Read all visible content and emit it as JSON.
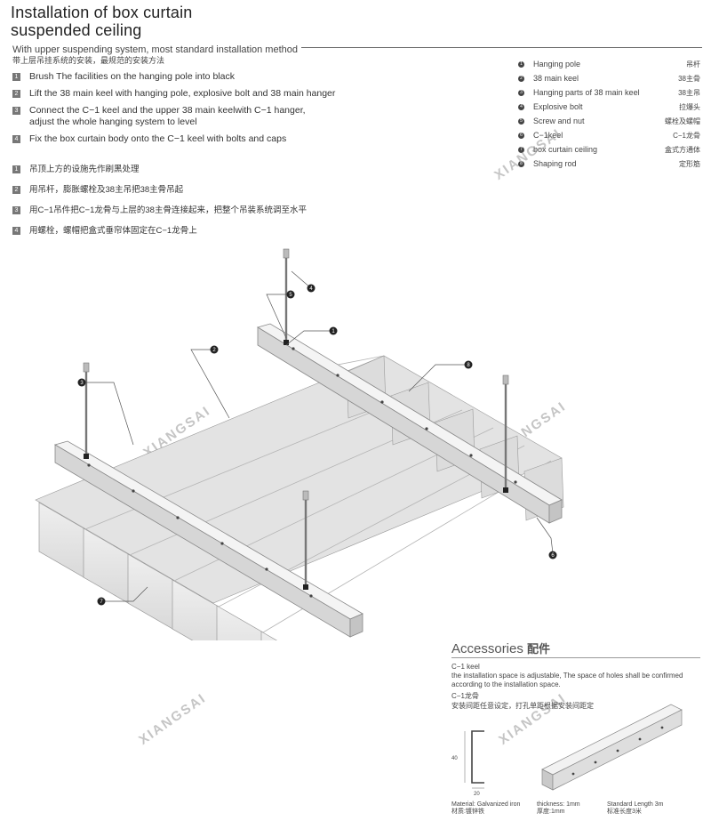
{
  "header": {
    "title_line1": "Installation of box curtain",
    "title_line2": "suspended ceiling",
    "subtitle": "With upper suspending system, most standard installation method",
    "subtitle_cn": "带上层吊挂系统的安装，最规范的安装方法"
  },
  "steps_en": [
    {
      "num": "1",
      "text": "Brush The facilities on the hanging pole into black"
    },
    {
      "num": "2",
      "text": "Lift the 38 main keel with hanging pole, explosive bolt and 38 main hanger"
    },
    {
      "num": "3",
      "text": "Connect the C−1 keel and the upper 38 main keelwith C−1 hanger,\nadjust the whole hanging system to level"
    },
    {
      "num": "4",
      "text": "Fix the box curtain body onto the C−1 keel with bolts and caps"
    }
  ],
  "steps_cn": [
    {
      "num": "1",
      "text": "吊顶上方的设施先作刷黑处理"
    },
    {
      "num": "2",
      "text": "用吊杆，膨胀螺栓及38主吊把38主骨吊起"
    },
    {
      "num": "3",
      "text": "用C−1吊件把C−1龙骨与上层的38主骨连接起来，把整个吊装系统调至水平"
    },
    {
      "num": "4",
      "text": "用螺栓，螺帽把盒式垂帘体固定在C−1龙骨上"
    }
  ],
  "legend": [
    {
      "num": "1",
      "en": "Hanging pole",
      "cn": "吊杆"
    },
    {
      "num": "2",
      "en": "38 main keel",
      "cn": "38主骨"
    },
    {
      "num": "3",
      "en": "Hanging parts of 38 main keel",
      "cn": "38主吊"
    },
    {
      "num": "4",
      "en": "Explosive bolt",
      "cn": "拉爆头"
    },
    {
      "num": "5",
      "en": "Screw and nut",
      "cn": "螺栓及螺帽"
    },
    {
      "num": "6",
      "en": "C−1keel",
      "cn": "C−1龙骨"
    },
    {
      "num": "7",
      "en": "box curtain ceiling",
      "cn": "盒式方通体"
    },
    {
      "num": "8",
      "en": "Shaping rod",
      "cn": "定形筋"
    }
  ],
  "callouts": [
    "1",
    "2",
    "3",
    "4",
    "5",
    "6",
    "7",
    "8"
  ],
  "watermark": "XIANGSAI",
  "accessories": {
    "title": "Accessories",
    "title_cn": "配件",
    "item_name": "C−1 keel",
    "item_desc": "the installation space is adjustable, The space of holes shall be confirmed",
    "item_desc2": "according to the installation space.",
    "item_name_cn": "C−1龙骨",
    "item_desc_cn": "安装间距任意设定，打孔单距根据安装间距定",
    "dim_height": "40",
    "dim_width": "20",
    "material_en": "Material: Galvanized iron",
    "material_cn": "材质:镀锌铁",
    "thickness_en": "thickness: 1mm",
    "thickness_cn": "厚度:1mm",
    "length_en": "Standard Length 3m",
    "length_cn": "标准长度3米"
  },
  "colors": {
    "text": "#333333",
    "badge": "#777777",
    "line": "#555555"
  }
}
